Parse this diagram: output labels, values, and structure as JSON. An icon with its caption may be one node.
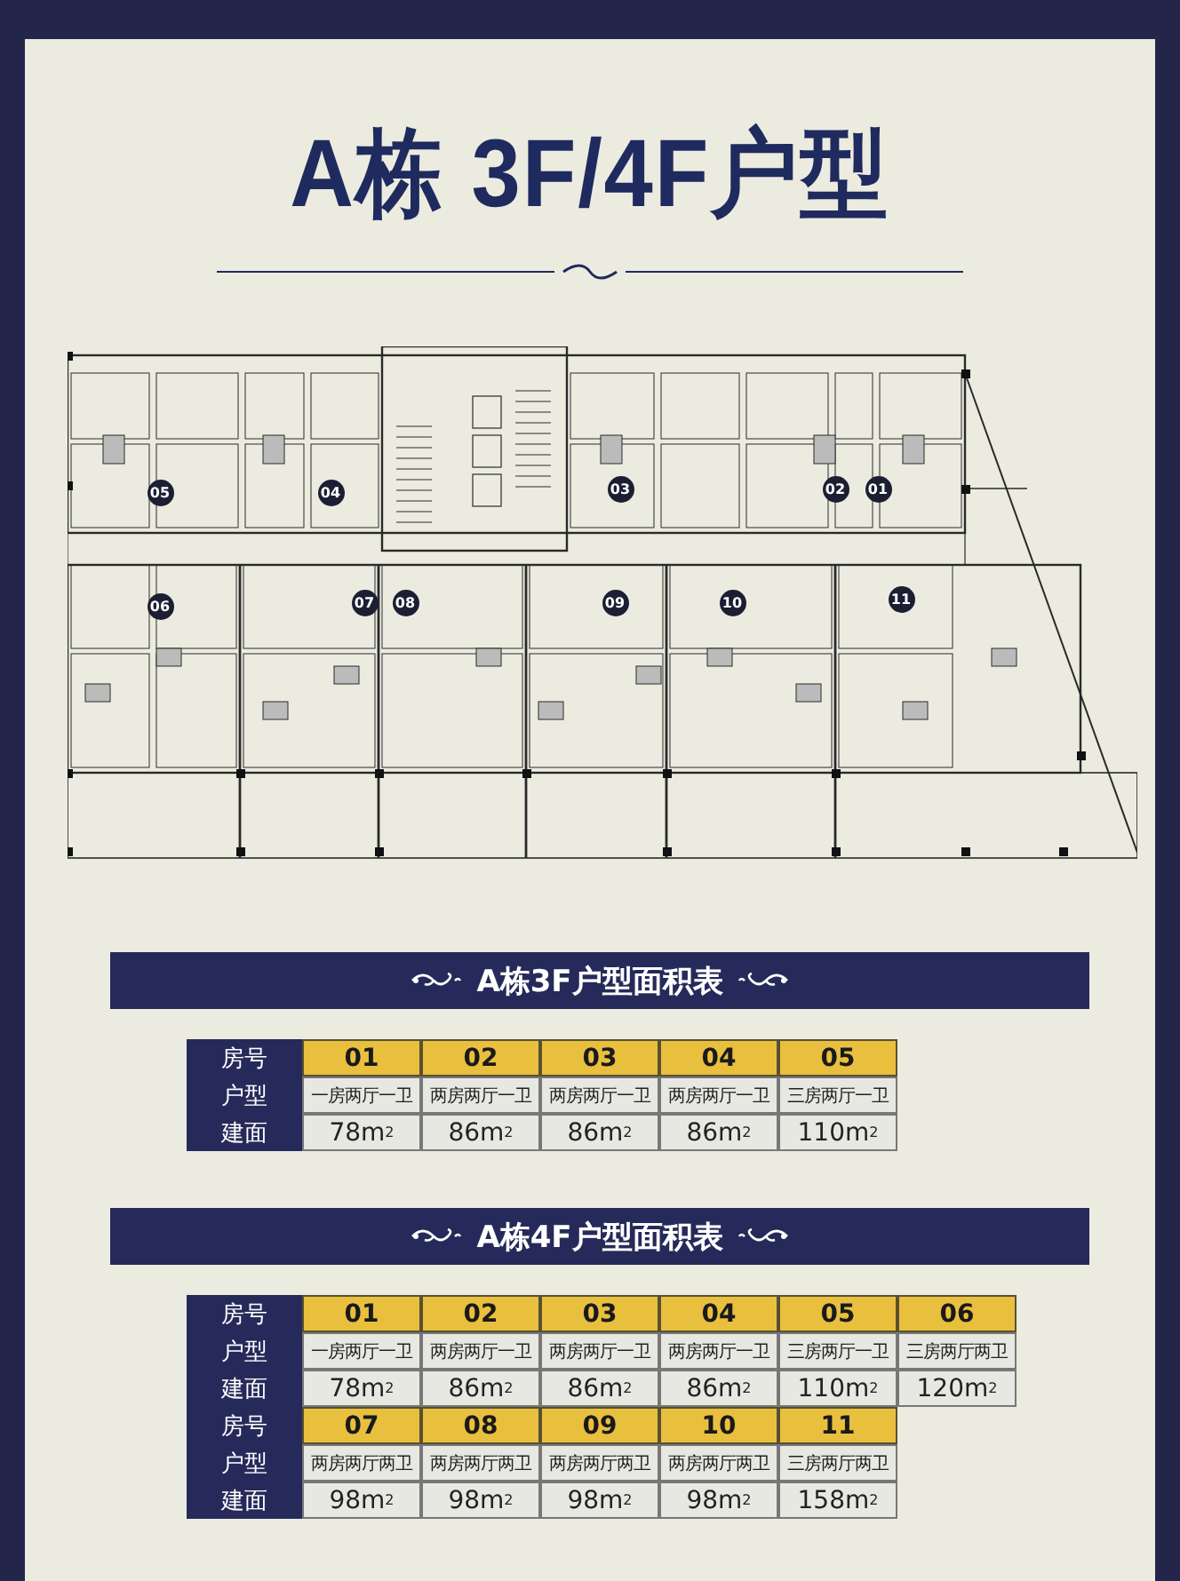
{
  "diagram": {
    "title": "A栋 3F/4F户型",
    "labels": [
      "05",
      "04",
      "03",
      "02",
      "01",
      "06",
      "07",
      "08",
      "09",
      "10",
      "11",
      "A栋3F户型面积表",
      "房号",
      "01",
      "02",
      "03",
      "04",
      "05",
      "户型",
      "一房两厅一卫",
      "两房两厅一卫",
      "两房两厅一卫",
      "两房两厅一卫",
      "三房两厅一卫",
      "建面",
      "78m$^{2}$",
      "86m$^{2}$",
      "86m$^{2}$",
      "86m$^{2}$",
      "110m$^{2}$",
      "A栋4F户型面积表",
      "房号",
      "01",
      "02",
      "03",
      "04",
      "05",
      "06",
      "户型",
      "一房两厅一卫",
      "两房两厅一卫",
      "两房两厅一卫",
      "两房两厅一卫",
      "三房两厅一卫",
      "三房两厅两卫",
      "建面",
      "78m$^{2}$",
      "86m$^{2}$",
      "86m$^{2}$",
      "86m$^{2}$",
      "110m$^{2}$",
      "120m$^{2}$",
      "房号",
      "07",
      "08",
      "09",
      "10",
      "11",
      "户型",
      "两房两厅两卫",
      "两房两厅两卫",
      "两房两厅两卫",
      "两房两厅两卫",
      "三房两厅两卫",
      "建面",
      "98m$^{2}$",
      "98m$^{2}$",
      "98m$^{2}$",
      "98m$^{2}$",
      "158m$^{2}$"
    ]
  }
}
